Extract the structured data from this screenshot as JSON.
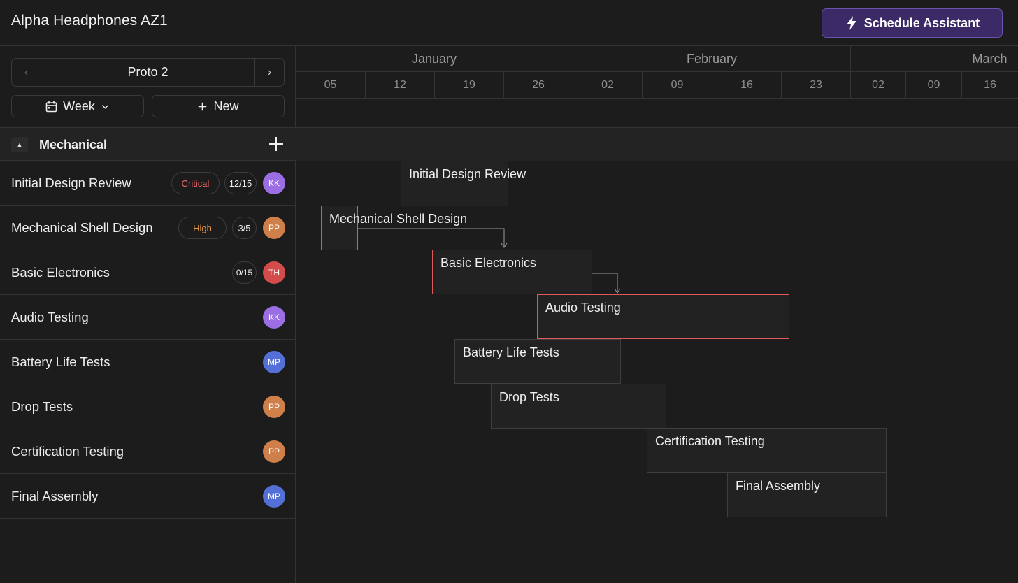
{
  "app": {
    "title": "Alpha Headphones AZ1",
    "assistant_label": "Schedule Assistant"
  },
  "nav": {
    "current": "Proto 2",
    "view_label": "Week",
    "new_label": "New"
  },
  "group": {
    "title": "Mechanical"
  },
  "tasks": [
    {
      "name": "Initial Design Review",
      "priority": "Critical",
      "count": "12/15",
      "assignee": "KK",
      "avatar_color": "#9b6fe3"
    },
    {
      "name": "Mechanical Shell Design",
      "priority": "High",
      "count": "3/5",
      "assignee": "PP",
      "avatar_color": "#cf7f49"
    },
    {
      "name": "Basic Electronics",
      "priority": "",
      "count": "0/15",
      "assignee": "TH",
      "avatar_color": "#d34b4b"
    },
    {
      "name": "Audio Testing",
      "priority": "",
      "count": "",
      "assignee": "KK",
      "avatar_color": "#9b6fe3"
    },
    {
      "name": "Battery Life Tests",
      "priority": "",
      "count": "",
      "assignee": "MP",
      "avatar_color": "#5470d6"
    },
    {
      "name": "Drop Tests",
      "priority": "",
      "count": "",
      "assignee": "PP",
      "avatar_color": "#cf7f49"
    },
    {
      "name": "Certification Testing",
      "priority": "",
      "count": "",
      "assignee": "PP",
      "avatar_color": "#cf7f49"
    },
    {
      "name": "Final Assembly",
      "priority": "",
      "count": "",
      "assignee": "MP",
      "avatar_color": "#5470d6"
    }
  ],
  "timeline": {
    "months": [
      "January",
      "February",
      "March"
    ],
    "weeks": [
      "05",
      "12",
      "19",
      "26",
      "02",
      "09",
      "16",
      "23",
      "02",
      "09",
      "16"
    ]
  },
  "colors": {
    "accent": "#3b2a66",
    "critical": "#e05a5a",
    "high": "#e89a4a"
  }
}
